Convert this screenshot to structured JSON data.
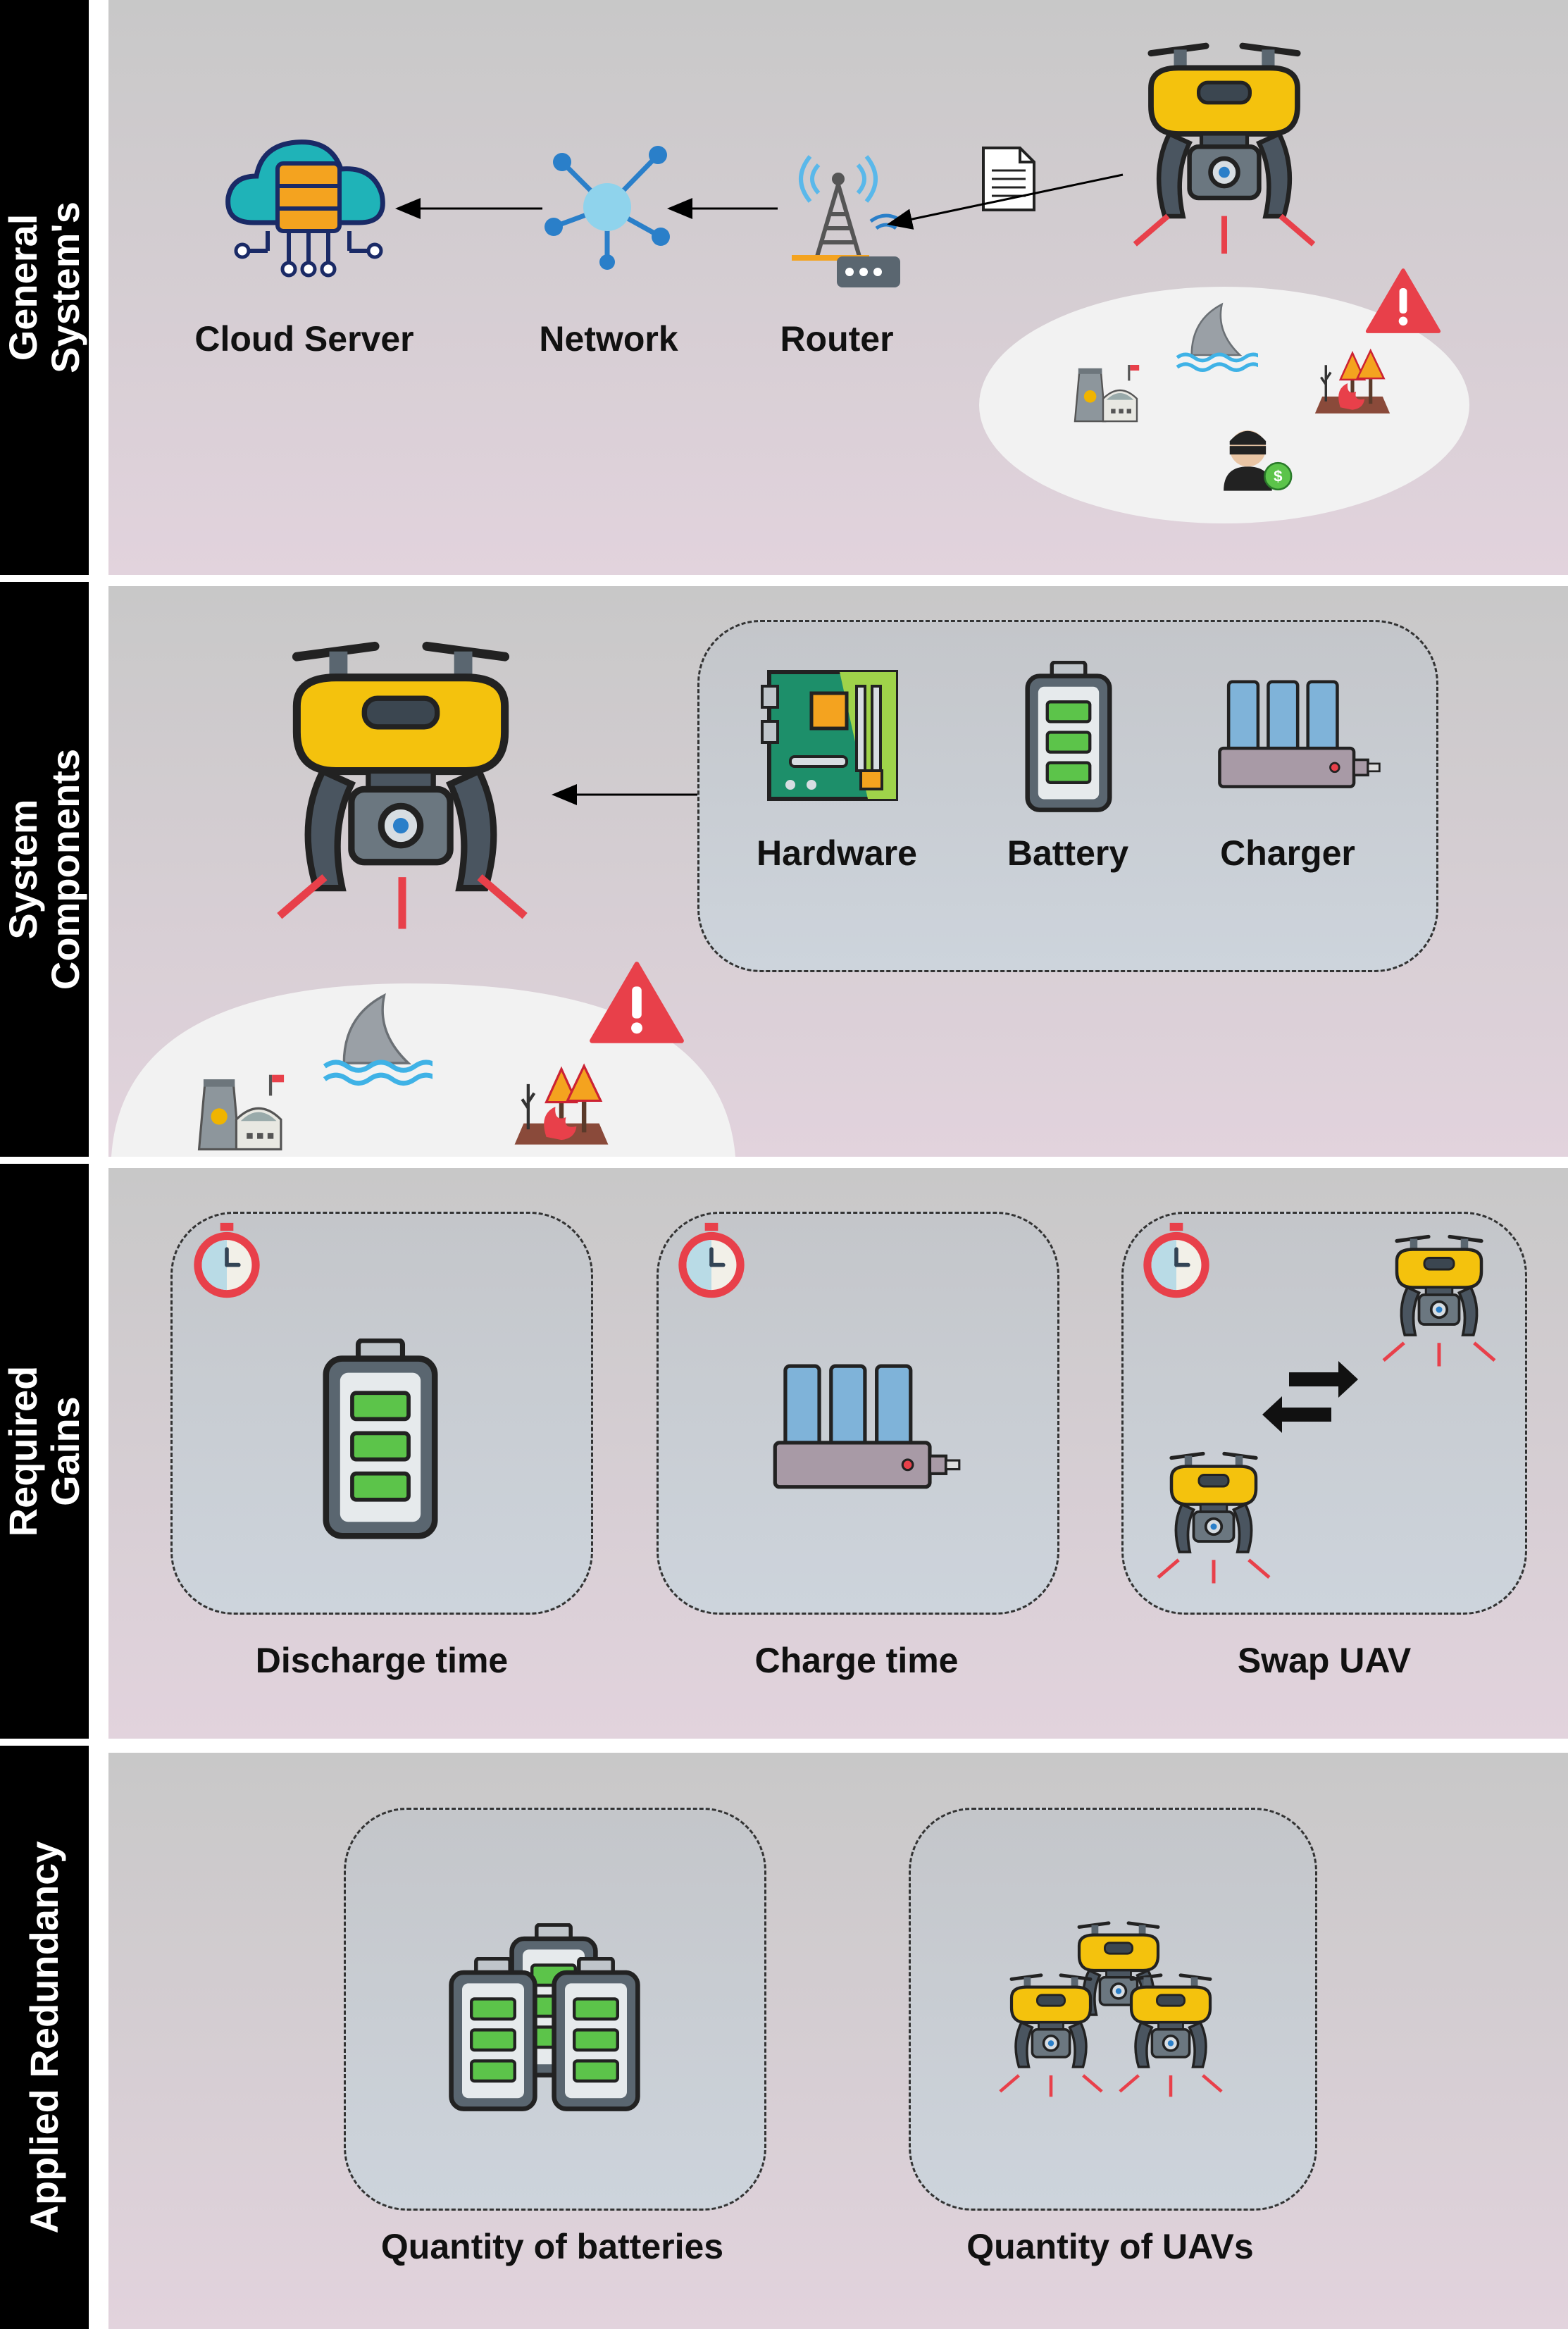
{
  "sections": {
    "general": {
      "title": "General System's",
      "cloud_label": "Cloud Server",
      "network_label": "Network",
      "router_label": "Router"
    },
    "components": {
      "title": "System Components",
      "hardware_label": "Hardware",
      "battery_label": "Battery",
      "charger_label": "Charger"
    },
    "gains": {
      "title": "Required Gains",
      "discharge_label": "Discharge time",
      "charge_label": "Charge time",
      "swap_label": "Swap UAV"
    },
    "redundancy": {
      "title": "Applied Redundancy",
      "batteries_label": "Quantity of batteries",
      "uavs_label": "Quantity of UAVs"
    }
  },
  "colors": {
    "drone_yellow": "#f4c20d",
    "drone_dark": "#3b4650",
    "battery_green": "#5cc44a",
    "alert_red": "#e8404a",
    "cloud_teal": "#1fb3b8",
    "charger_blue": "#7fb3d9"
  }
}
